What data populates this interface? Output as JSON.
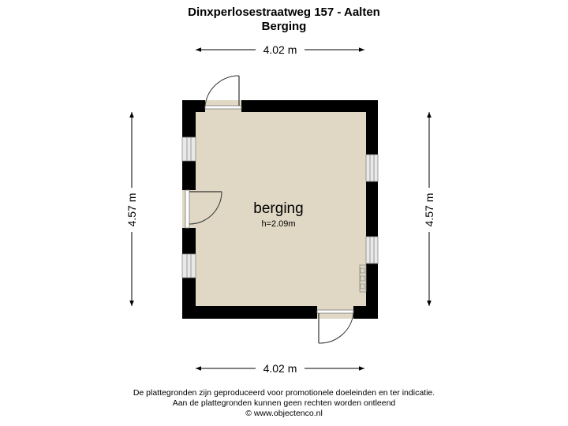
{
  "header": {
    "title": "Dinxperlosestraatweg 157 - Aalten",
    "subtitle": "Berging"
  },
  "plan": {
    "room": {
      "name": "berging",
      "height": "h=2.09m"
    },
    "dimensions": {
      "top": "4.02 m",
      "bottom": "4.02 m",
      "left": "4.57 m",
      "right": "4.57 m"
    },
    "colors": {
      "wall": "#000000",
      "floor": "#e0d8c4",
      "frame": "#cfcfcf"
    }
  },
  "footer": {
    "line1": "De plattegronden zijn geproduceerd voor promotionele doeleinden en ter indicatie.",
    "line2": "Aan de plattegronden kunnen geen rechten worden ontleend",
    "line3": "© www.objectenco.nl"
  }
}
